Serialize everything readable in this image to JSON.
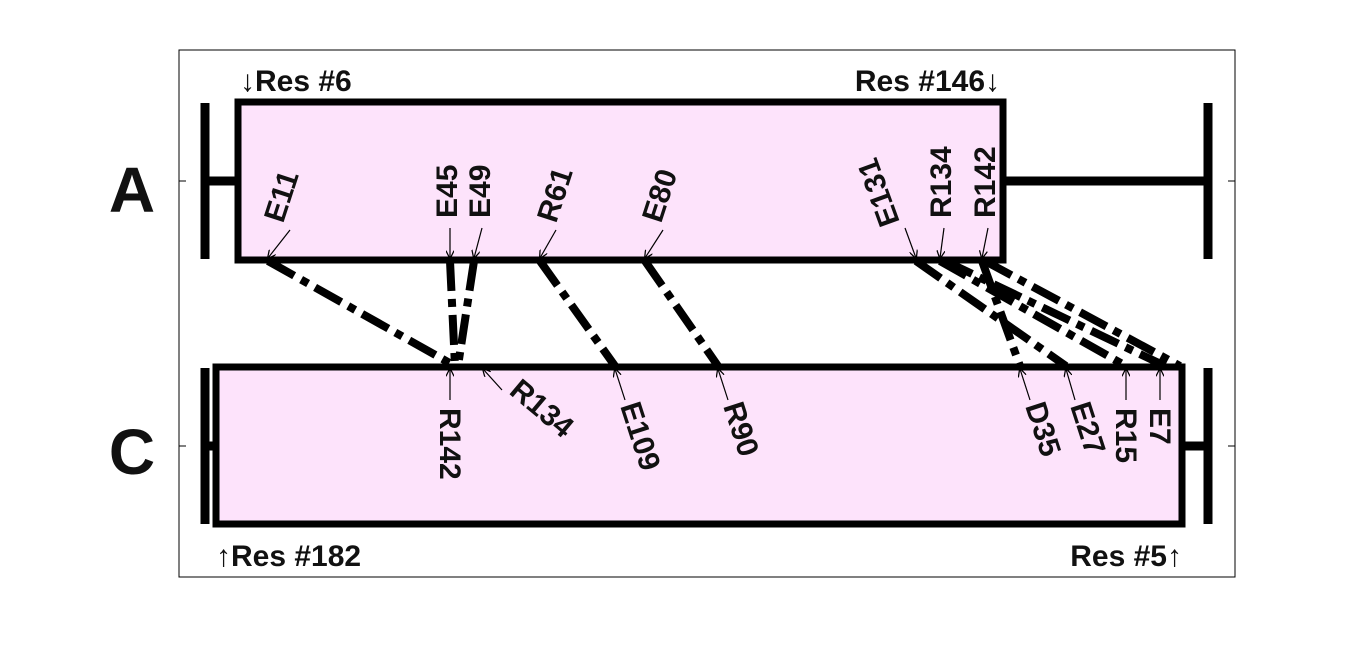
{
  "chains": {
    "top": "A",
    "bottom": "C"
  },
  "ranges": {
    "top_start": "↓Res #6",
    "top_end": "Res #146↓",
    "bottom_start": "↑Res #182",
    "bottom_end": "Res #5↑"
  },
  "top_residues": [
    "E11",
    "E45",
    "E49",
    "R61",
    "E80",
    "E131",
    "R134",
    "R142"
  ],
  "bottom_residues": [
    "R142",
    "R134",
    "E109",
    "R90",
    "D35",
    "E27",
    "R15",
    "E7"
  ],
  "colors": {
    "box_fill": "#fde3fb",
    "stroke": "#000000"
  }
}
